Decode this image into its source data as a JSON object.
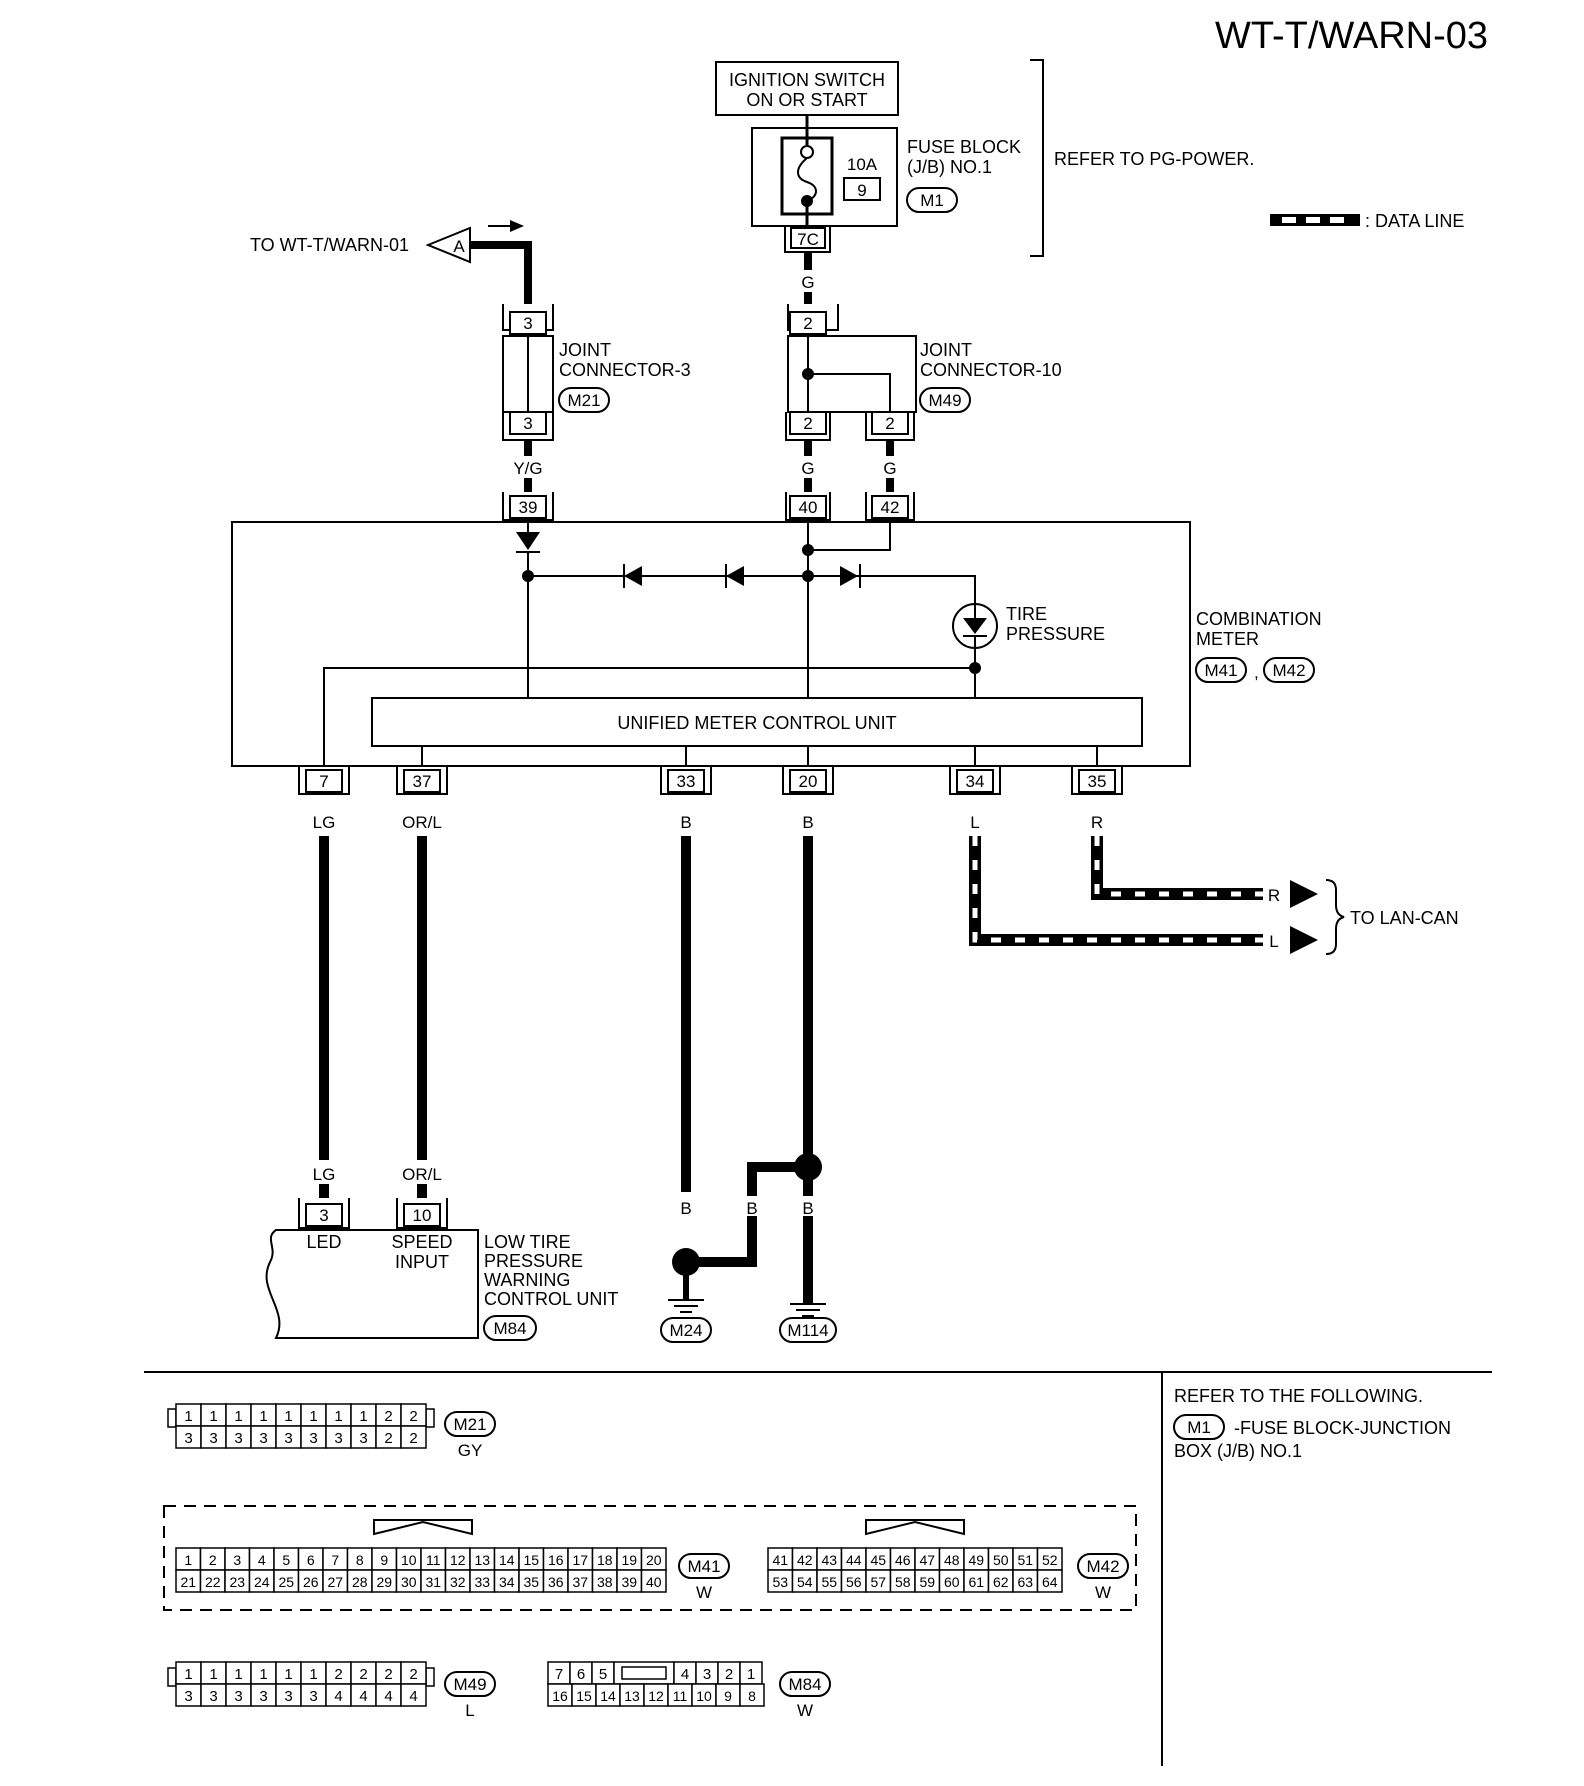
{
  "page_code": "WT-T/WARN-03",
  "ignition": {
    "line1": "IGNITION SWITCH",
    "line2": "ON OR START"
  },
  "fuse_block": {
    "line1": "FUSE BLOCK",
    "line2": "(J/B) NO.1",
    "amp": "10A",
    "fuse_no": "9",
    "conn": "M1",
    "pin": "7C"
  },
  "refer_power": "REFER TO PG-POWER.",
  "data_line_legend": ": DATA LINE",
  "to_warn": {
    "text": "TO WT-T/WARN-01",
    "letter": "A"
  },
  "jc3": {
    "line1": "JOINT",
    "line2": "CONNECTOR-3",
    "conn": "M21",
    "pin_top": "3",
    "pin_bottom": "3"
  },
  "jc10": {
    "line1": "JOINT",
    "line2": "CONNECTOR-10",
    "conn": "M49",
    "pin_top": "2",
    "pin_bottom_a": "2",
    "pin_bottom_b": "2"
  },
  "wire_colors": {
    "g_fuse": "G",
    "yg": "Y/G",
    "g40": "G",
    "g42": "G"
  },
  "meter_top_pins": [
    "39",
    "40",
    "42"
  ],
  "meter": {
    "line1": "COMBINATION",
    "line2": "METER",
    "conn_a": "M41",
    "sep": ",",
    "conn_b": "M42"
  },
  "tire_pressure": {
    "line1": "TIRE",
    "line2": "PRESSURE"
  },
  "umcu": "UNIFIED METER CONTROL UNIT",
  "bottom_pins": [
    {
      "pin": "7",
      "color": "LG"
    },
    {
      "pin": "37",
      "color": "OR/L"
    },
    {
      "pin": "33",
      "color": "B"
    },
    {
      "pin": "20",
      "color": "B"
    },
    {
      "pin": "34",
      "color": "L"
    },
    {
      "pin": "35",
      "color": "R"
    }
  ],
  "lan": {
    "r": "R",
    "l": "L",
    "text": "TO LAN-CAN"
  },
  "ltpw": {
    "lg": "LG",
    "orl": "OR/L",
    "pin_led": "3",
    "pin_speed": "10",
    "led": "LED",
    "speed1": "SPEED",
    "speed2": "INPUT",
    "line1": "LOW TIRE",
    "line2": "PRESSURE",
    "line3": "WARNING",
    "line4": "CONTROL UNIT",
    "conn": "M84"
  },
  "ground": {
    "b1": "B",
    "b2": "B",
    "b3": "B",
    "g1": "M24",
    "g2": "M114"
  },
  "refer_following": {
    "line1": "REFER TO THE FOLLOWING.",
    "conn": "M1",
    "line2": "-FUSE BLOCK-JUNCTION",
    "line3": "BOX (J/B) NO.1"
  },
  "face_m21": {
    "conn": "M21",
    "color": "GY",
    "row1": [
      "1",
      "1",
      "1",
      "1",
      "1",
      "1",
      "1",
      "1",
      "2",
      "2"
    ],
    "row2": [
      "3",
      "3",
      "3",
      "3",
      "3",
      "3",
      "3",
      "3",
      "2",
      "2"
    ]
  },
  "face_m41": {
    "conn": "M41",
    "color": "W",
    "row1": [
      "1",
      "2",
      "3",
      "4",
      "5",
      "6",
      "7",
      "8",
      "9",
      "10",
      "11",
      "12",
      "13",
      "14",
      "15",
      "16",
      "17",
      "18",
      "19",
      "20"
    ],
    "row2": [
      "21",
      "22",
      "23",
      "24",
      "25",
      "26",
      "27",
      "28",
      "29",
      "30",
      "31",
      "32",
      "33",
      "34",
      "35",
      "36",
      "37",
      "38",
      "39",
      "40"
    ]
  },
  "face_m42": {
    "conn": "M42",
    "color": "W",
    "row1": [
      "41",
      "42",
      "43",
      "44",
      "45",
      "46",
      "47",
      "48",
      "49",
      "50",
      "51",
      "52"
    ],
    "row2": [
      "53",
      "54",
      "55",
      "56",
      "57",
      "58",
      "59",
      "60",
      "61",
      "62",
      "63",
      "64"
    ]
  },
  "face_m49": {
    "conn": "M49",
    "color": "L",
    "row1": [
      "1",
      "1",
      "1",
      "1",
      "1",
      "1",
      "2",
      "2",
      "2",
      "2"
    ],
    "row2": [
      "3",
      "3",
      "3",
      "3",
      "3",
      "3",
      "4",
      "4",
      "4",
      "4"
    ]
  },
  "face_m84": {
    "conn": "M84",
    "color": "W",
    "row1a": [
      "7",
      "6",
      "5"
    ],
    "row1b": [
      "4",
      "3",
      "2",
      "1"
    ],
    "row2": [
      "16",
      "15",
      "14",
      "13",
      "12",
      "11",
      "10",
      "9",
      "8"
    ]
  }
}
